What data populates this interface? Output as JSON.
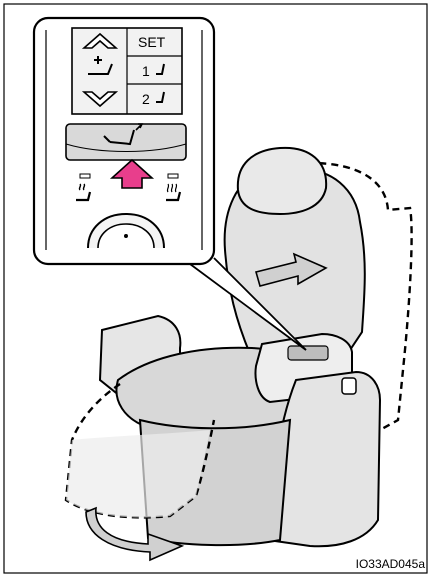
{
  "panel": {
    "set_label": "SET",
    "memory_1_label": "1",
    "memory_2_label": "2"
  },
  "figure_code": "IO33AD045a",
  "icons": {
    "up": "chevron-up-icon",
    "down": "chevron-down-icon",
    "seat_adjust": "seat-adjust-icon",
    "ottoman": "ottoman-recline-icon",
    "heater": "seat-heater-icon",
    "ventilation": "seat-ventilation-icon",
    "press": "press-arrow-icon"
  },
  "colors": {
    "press_arrow": "#e83e8c",
    "seat_fill": "#dcdcdc",
    "panel_fill": "#ececec",
    "motion_arrow": "#cfcfcf"
  }
}
